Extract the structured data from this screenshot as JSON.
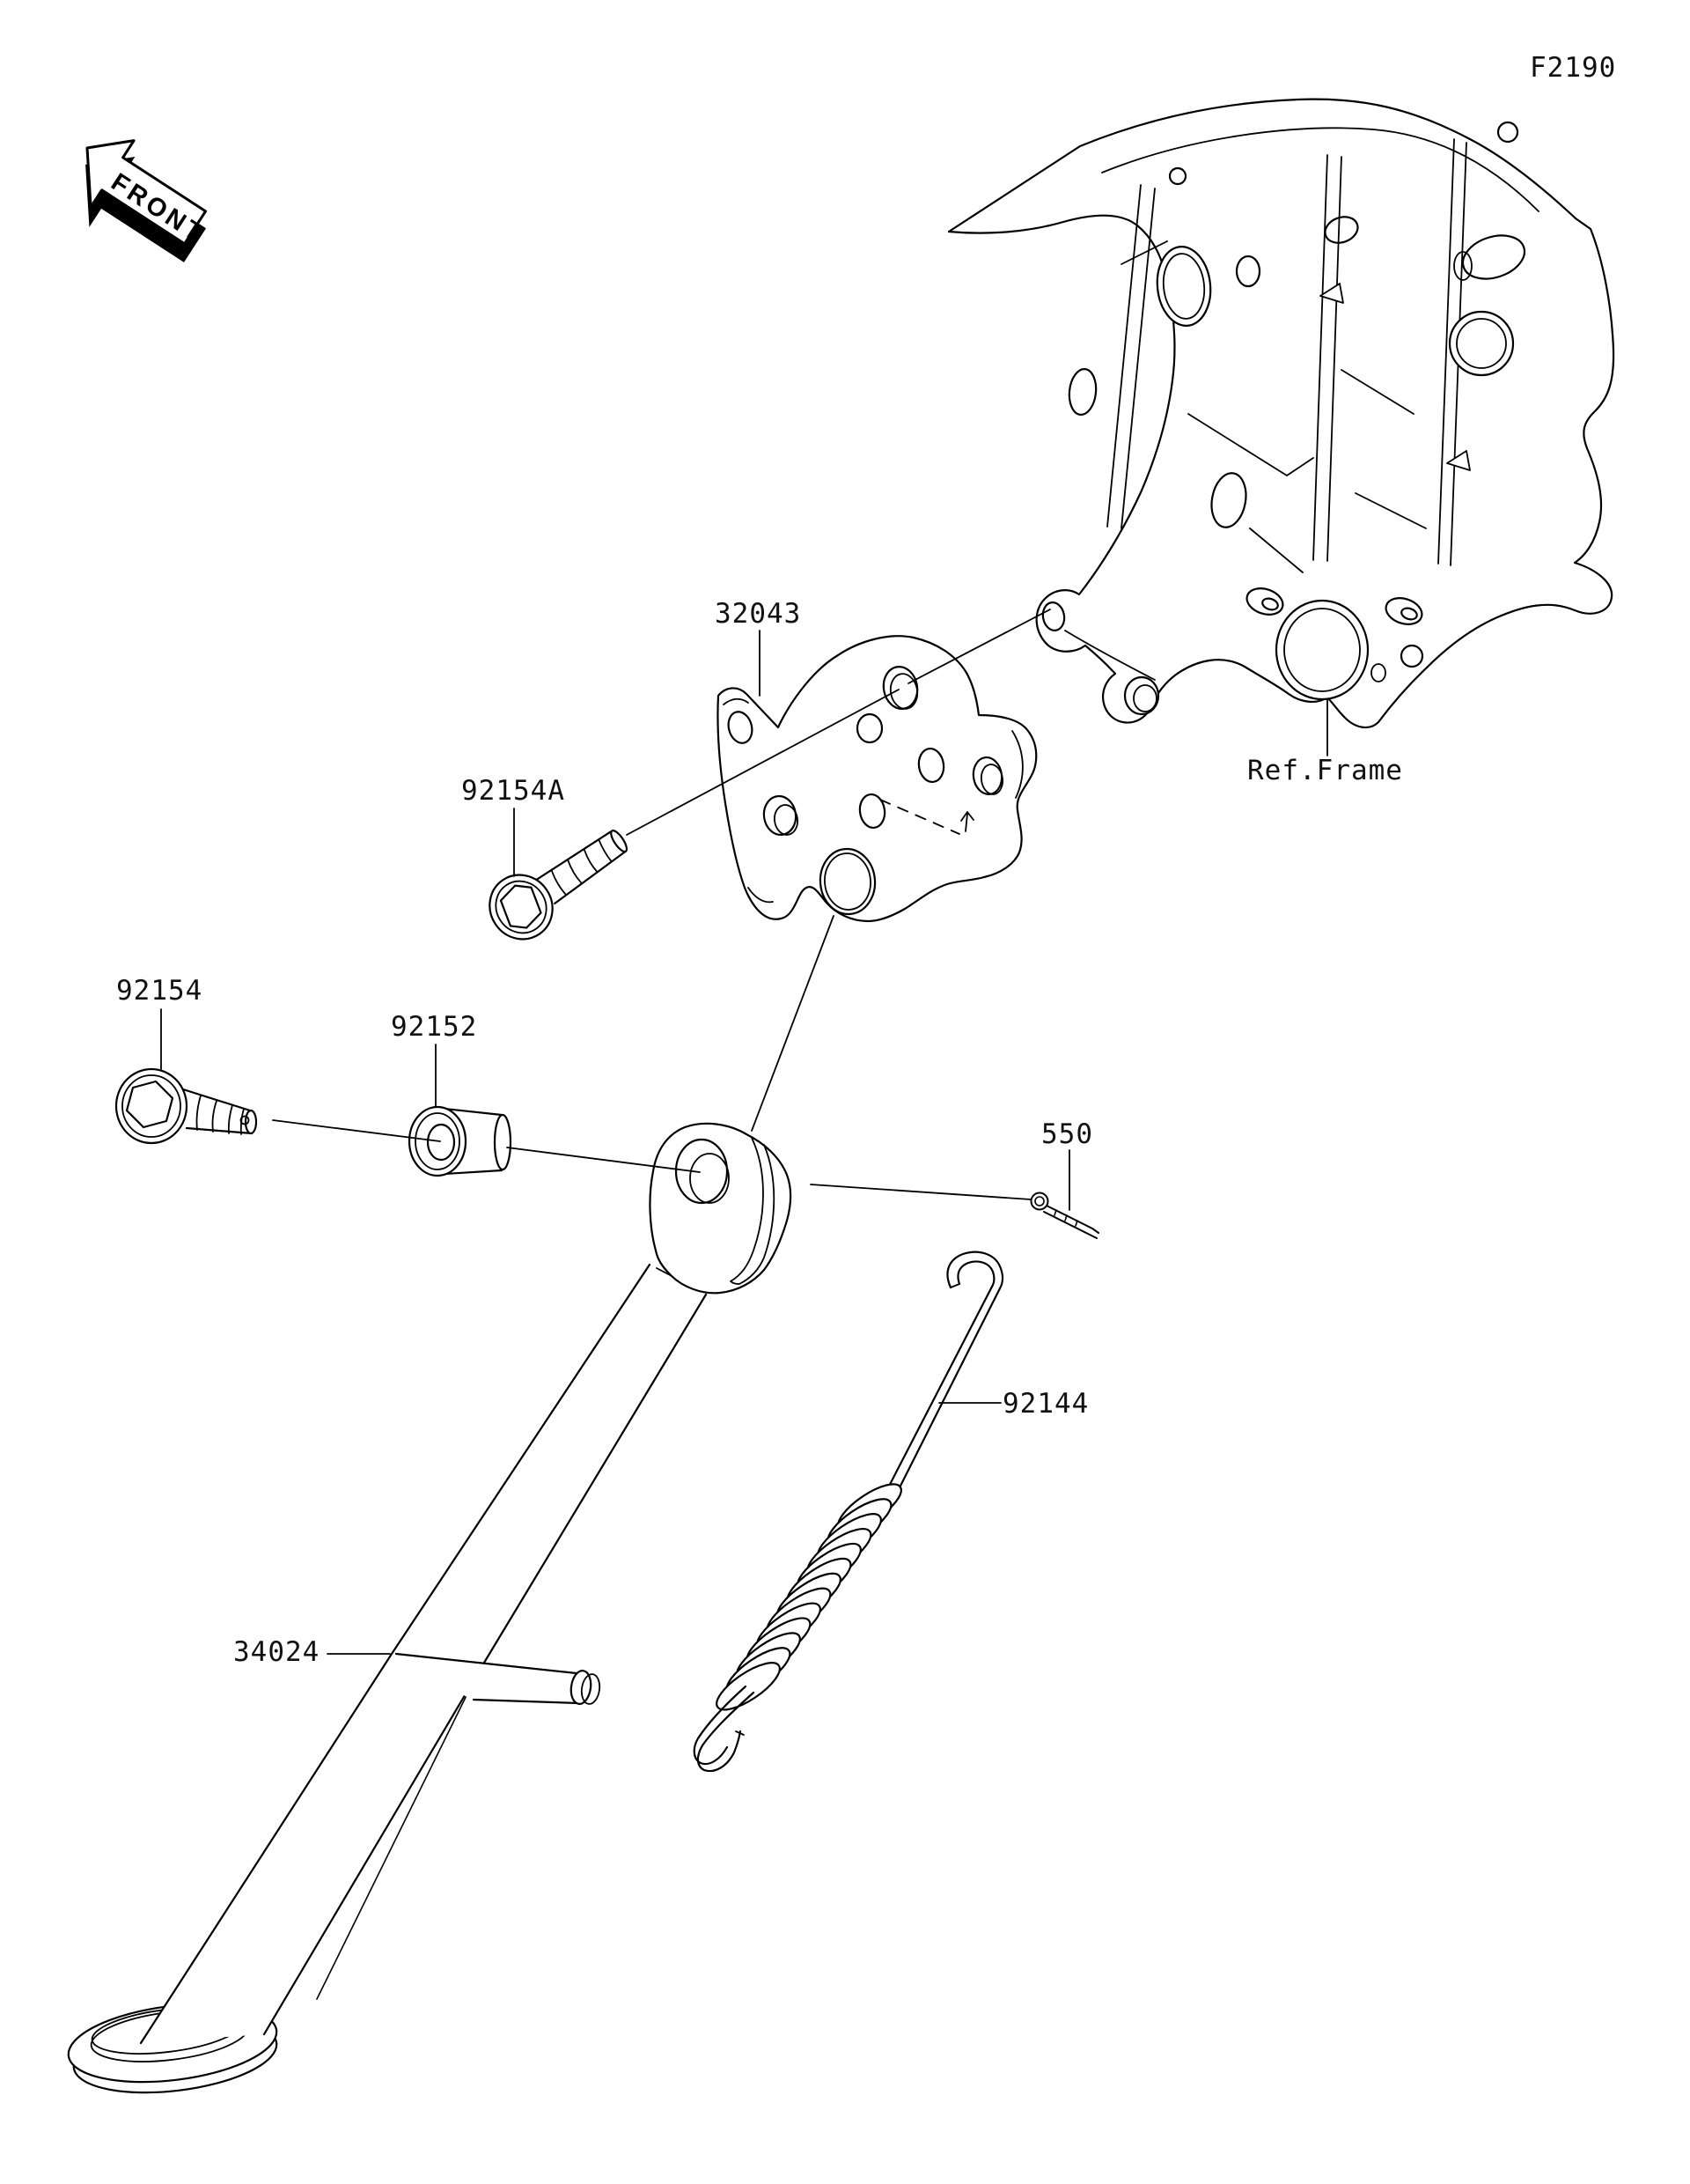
{
  "diagram": {
    "code": "F2190",
    "front_label": "FRONT",
    "ref_frame_label": "Ref.Frame"
  },
  "parts": [
    {
      "number": "32043",
      "name": "bracket-side-stand"
    },
    {
      "number": "92154A",
      "name": "bolt-bracket"
    },
    {
      "number": "92154",
      "name": "bolt-side-stand-pivot"
    },
    {
      "number": "92152",
      "name": "collar"
    },
    {
      "number": "550",
      "name": "cotter-pin"
    },
    {
      "number": "92144",
      "name": "spring-side-stand"
    },
    {
      "number": "34024",
      "name": "stand-side"
    }
  ]
}
